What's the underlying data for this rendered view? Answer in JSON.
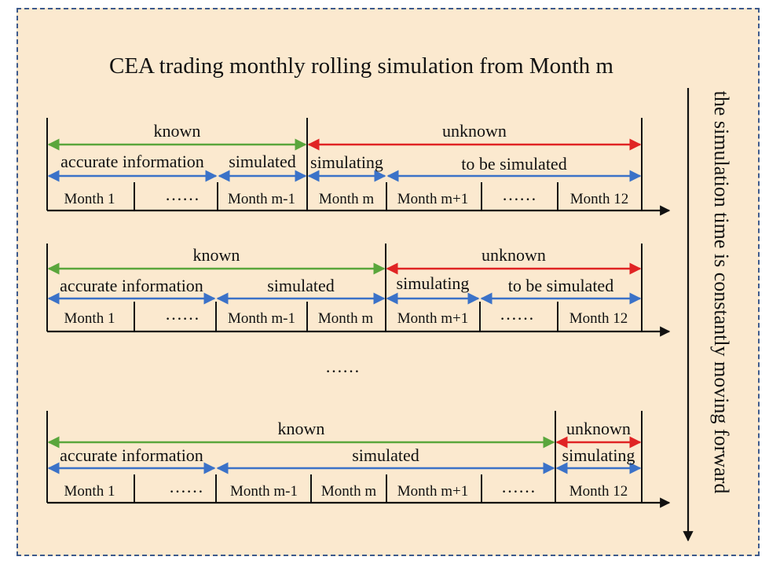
{
  "title": "CEA trading monthly rolling simulation from  Month m",
  "side_label": "the simulation time is constantly moving forward",
  "between_rows": "……",
  "colors": {
    "known": "#5aa63c",
    "unknown": "#e02424",
    "segment": "#3b72c8",
    "axis": "#111111",
    "panel": "#fbe9cf",
    "border": "#3d5a8c"
  },
  "rows": [
    {
      "top": [
        {
          "label": "known",
          "color": "known"
        },
        {
          "label": "unknown",
          "color": "unknown"
        }
      ],
      "segments": [
        "accurate information",
        "simulated",
        "simulating",
        "to be simulated"
      ],
      "cells": [
        "Month 1",
        "……",
        "Month m-1",
        "Month m",
        "Month m+1",
        "……",
        "Month 12"
      ]
    },
    {
      "top": [
        {
          "label": "known",
          "color": "known"
        },
        {
          "label": "unknown",
          "color": "unknown"
        }
      ],
      "segments": [
        "accurate information",
        "simulated",
        "simulating",
        "to be simulated"
      ],
      "cells": [
        "Month 1",
        "……",
        "Month m-1",
        "Month m",
        "Month m+1",
        "……",
        "Month 12"
      ]
    },
    {
      "top": [
        {
          "label": "known",
          "color": "known"
        },
        {
          "label": "unknown",
          "color": "unknown"
        }
      ],
      "segments": [
        "accurate information",
        "simulated",
        "simulating"
      ],
      "cells": [
        "Month 1",
        "……",
        "Month m-1",
        "Month m",
        "Month m+1",
        "……",
        "Month 12"
      ]
    }
  ]
}
